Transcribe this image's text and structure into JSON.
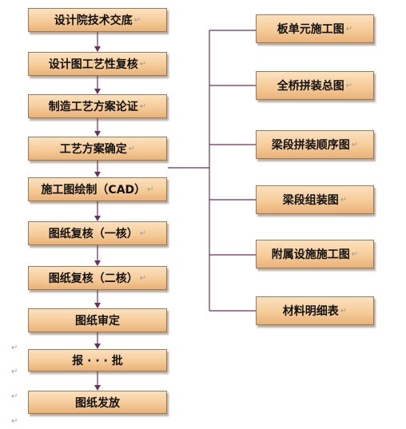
{
  "paragraph_mark": "↵",
  "left_flow": [
    {
      "id": "l0",
      "label": "设计院技术交底"
    },
    {
      "id": "l1",
      "label": "设计图工艺性复核"
    },
    {
      "id": "l2",
      "label": "制造工艺方案论证"
    },
    {
      "id": "l3",
      "label": "工艺方案确定"
    },
    {
      "id": "l4",
      "label": "施工图绘制（CAD）"
    },
    {
      "id": "l5",
      "label": "图纸复核（一核）"
    },
    {
      "id": "l6",
      "label": "图纸复核（二核）"
    },
    {
      "id": "l7",
      "label": "图纸审定"
    },
    {
      "id": "l8",
      "label": "报 · · · 批"
    },
    {
      "id": "l9",
      "label": "图纸发放"
    }
  ],
  "right_outputs": [
    {
      "id": "r0",
      "label": "板单元施工图"
    },
    {
      "id": "r1",
      "label": "全桥拼装总图"
    },
    {
      "id": "r2",
      "label": "梁段拼装顺序图"
    },
    {
      "id": "r3",
      "label": "梁段组装图"
    },
    {
      "id": "r4",
      "label": "附属设施施工图"
    },
    {
      "id": "r5",
      "label": "材料明细表"
    }
  ],
  "colors": {
    "box_fill_top": "#fbe1bf",
    "box_fill_bottom": "#e9b27a",
    "box_border": "#9a7a55",
    "connector": "#6b2f5e"
  }
}
